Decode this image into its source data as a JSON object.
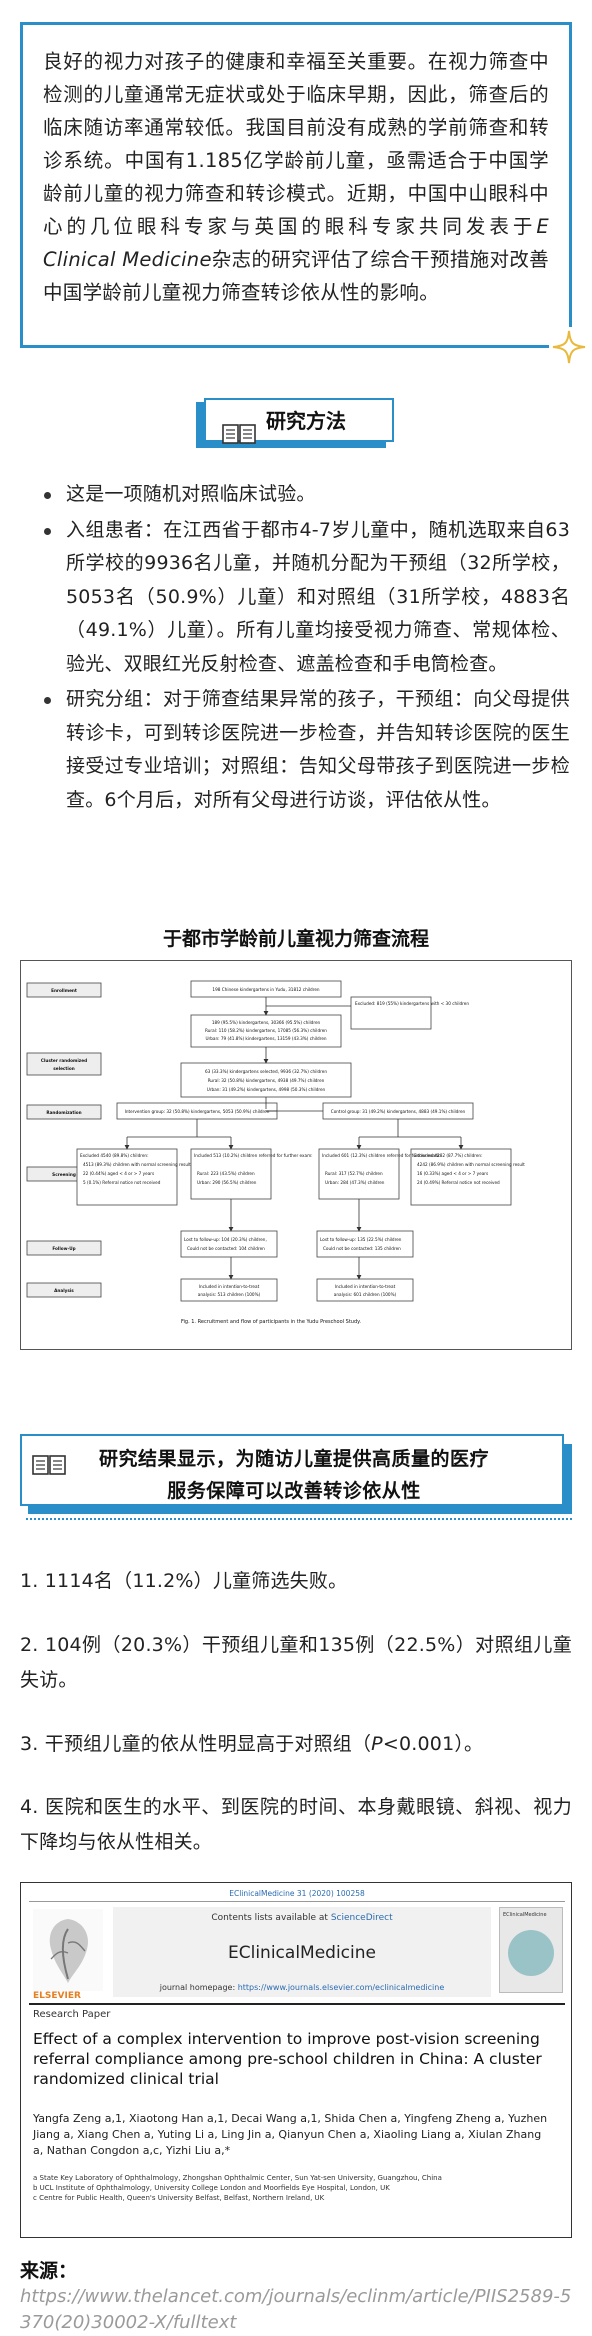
{
  "intro": {
    "text_a": "良好的视力对孩子的健康和幸福至关重要。在视力筛查中检测的儿童通常无症状或处于临床早期，因此，筛查后的临床随访率通常较低。我国目前没有成熟的学前筛查和转诊系统。中国有1.185亿学龄前儿童，亟需适合于中国学龄前儿童的视力筛查和转诊模式。近期，中国中山眼科中心的几位眼科专家与英国的眼科专家共同发表于",
    "journal": "E Clinical Medicine",
    "text_b": "杂志的研究评估了综合干预措施对改善中国学龄前儿童视力筛查转诊依从性的影响。"
  },
  "section1": {
    "title": "研究方法"
  },
  "methods": [
    "这是一项随机对照临床试验。",
    "入组患者：在江西省于都市4-7岁儿童中，随机选取来自63所学校的9936名儿童，并随机分配为干预组（32所学校，5053名（50.9%）儿童）和对照组（31所学校，4883名（49.1%）儿童）。所有儿童均接受视力筛查、常规体检、验光、双眼红光反射检查、遮盖检查和手电筒检查。",
    "研究分组：对于筛查结果异常的孩子，干预组：向父母提供转诊卡，可到转诊医院进一步检查，并告知转诊医院的医生接受过专业培训；对照组：告知父母带孩子到医院进一步检查。6个月后，对所有父母进行访谈，评估依从性。"
  ],
  "figure": {
    "caption": "于都市学龄前儿童视力筛查流程",
    "stages": [
      "Enrollment",
      "Cluster randomized selection",
      "Randomization",
      "Screening",
      "Follow-Up",
      "Analysis"
    ],
    "boxes": {
      "enroll": "198 Chinese kindergartens in Yudu, 31812 children",
      "excluded_top": "Excluded: 819 (55%) kindergartens with < 30 children",
      "k189_1": "189 (95.5%) kindergartens, 30366 (95.5%) children",
      "k189_2": "Rural: 110 (58.2%) kindergartens, 17085 (56.3%) children",
      "k189_3": "Urban: 79 (41.8%) kindergartens, 13159 (43.3%) children",
      "k63_1": "63 (33.3%) kindergartens selected, 9936 (32.7%) children",
      "k63_2": "Rural: 32 (50.8%) kindergartens, 4938 (49.7%) children",
      "k63_3": "Urban: 31 (49.2%) kindergartens, 4998 (50.3%) children",
      "intervention": "Intervention group: 32 (50.8%) kindergartens, 5053 (50.9%) children",
      "control": "Control group: 31 (49.2%) kindergartens, 4883 (49.1%) children",
      "exA_1": "Excluded 4540 (89.8%) children:",
      "exA_2": "4513 (89.3%) children with normal screening result",
      "exA_3": "22 (0.44%) aged < 4 or > 7 years",
      "exA_4": "5 (0.1%) Referral notice not received",
      "incA_1": "Included 513 (10.2%) children referred for further exam:",
      "incA_2": "Rural: 223 (43.5%) children",
      "incA_3": "Urban: 290 (56.5%) children",
      "incB_1": "Included 601 (12.3%) children referred for further exam:",
      "incB_2": "Rural: 317 (52.7%) children",
      "incB_3": "Urban: 284 (47.3%) children",
      "exB_1": "Excluded 4282 (87.7%) children:",
      "exB_2": "4242 (86.9%) children with normal screening result",
      "exB_3": "16 (0.33%) aged < 4 or > 7 years",
      "exB_4": "24 (0.49%) Referral notice not received",
      "lostA_1": "Lost to follow-up: 104 (20.3%) children,",
      "lostA_2": "Could not be contacted: 104 children",
      "lostB_1": "Lost to follow-up: 135 (22.5%) children",
      "lostB_2": "Could not be contacted: 135 children",
      "anaA_1": "Included in intention-to-treat",
      "anaA_2": "analysis: 513 children (100%)",
      "anaB_1": "Included in intention-to-treat",
      "anaB_2": "analysis: 601 children (100%)",
      "fig_note": "Fig. 1. Recruitment and flow of participants in the Yudu Preschool Study."
    }
  },
  "section2": {
    "line1": "研究结果显示，为随访儿童提供高质量的医疗",
    "line2": "服务保障可以改善转诊依从性"
  },
  "results": {
    "r1": "1. 1114名（11.2%）儿童筛选失败。",
    "r2": "2. 104例（20.3%）干预组儿童和135例（22.5%）对照组儿童失访。",
    "r3a": "3. 干预组儿童的依从性明显高于对照组（",
    "r3p": "P",
    "r3b": "<0.001）。",
    "r4": "4. 医院和医生的水平、到医院的时间、本身戴眼镜、斜视、视力下降均与依从性相关。"
  },
  "paper": {
    "doi": "EClinicalMedicine 31 (2020) 100258",
    "available": "Contents lists available at ",
    "sciencedirect": "ScienceDirect",
    "journal": "EClinicalMedicine",
    "homepage_label": "journal homepage: ",
    "homepage_url": "https://www.journals.elsevier.com/eclinicalmedicine",
    "publisher": "ELSEVIER",
    "cover_title": "EClinicalMedicine",
    "type": "Research Paper",
    "title": "Effect of a complex intervention to improve post-vision screening referral compliance among pre-school children in China: A cluster randomized clinical trial",
    "authors": "Yangfa Zeng a,1, Xiaotong Han a,1, Decai Wang a,1, Shida Chen a, Yingfeng Zheng a, Yuzhen Jiang a, Xiang Chen a, Yuting Li a, Ling Jin a, Qianyun Chen a, Xiaoling Liang a, Xiulan Zhang a, Nathan Congdon a,c, Yizhi Liu a,*",
    "affil1": "a State Key Laboratory of Ophthalmology, Zhongshan Ophthalmic Center, Sun Yat-sen University, Guangzhou, China",
    "affil2": "b UCL Institute of Ophthalmology, University College London and Moorfields Eye Hospital, London, UK",
    "affil3": "c Centre for Public Health, Queen's University Belfast, Belfast, Northern Ireland, UK"
  },
  "source": {
    "label": "来源：",
    "url": "https://www.thelancet.com/journals/eclinm/article/PIIS2589-5370(20)30002-X/fulltext"
  },
  "colors": {
    "accent": "#2a8fc9",
    "paper_link": "#2a6bb0",
    "source_text": "#9a9a9a"
  }
}
